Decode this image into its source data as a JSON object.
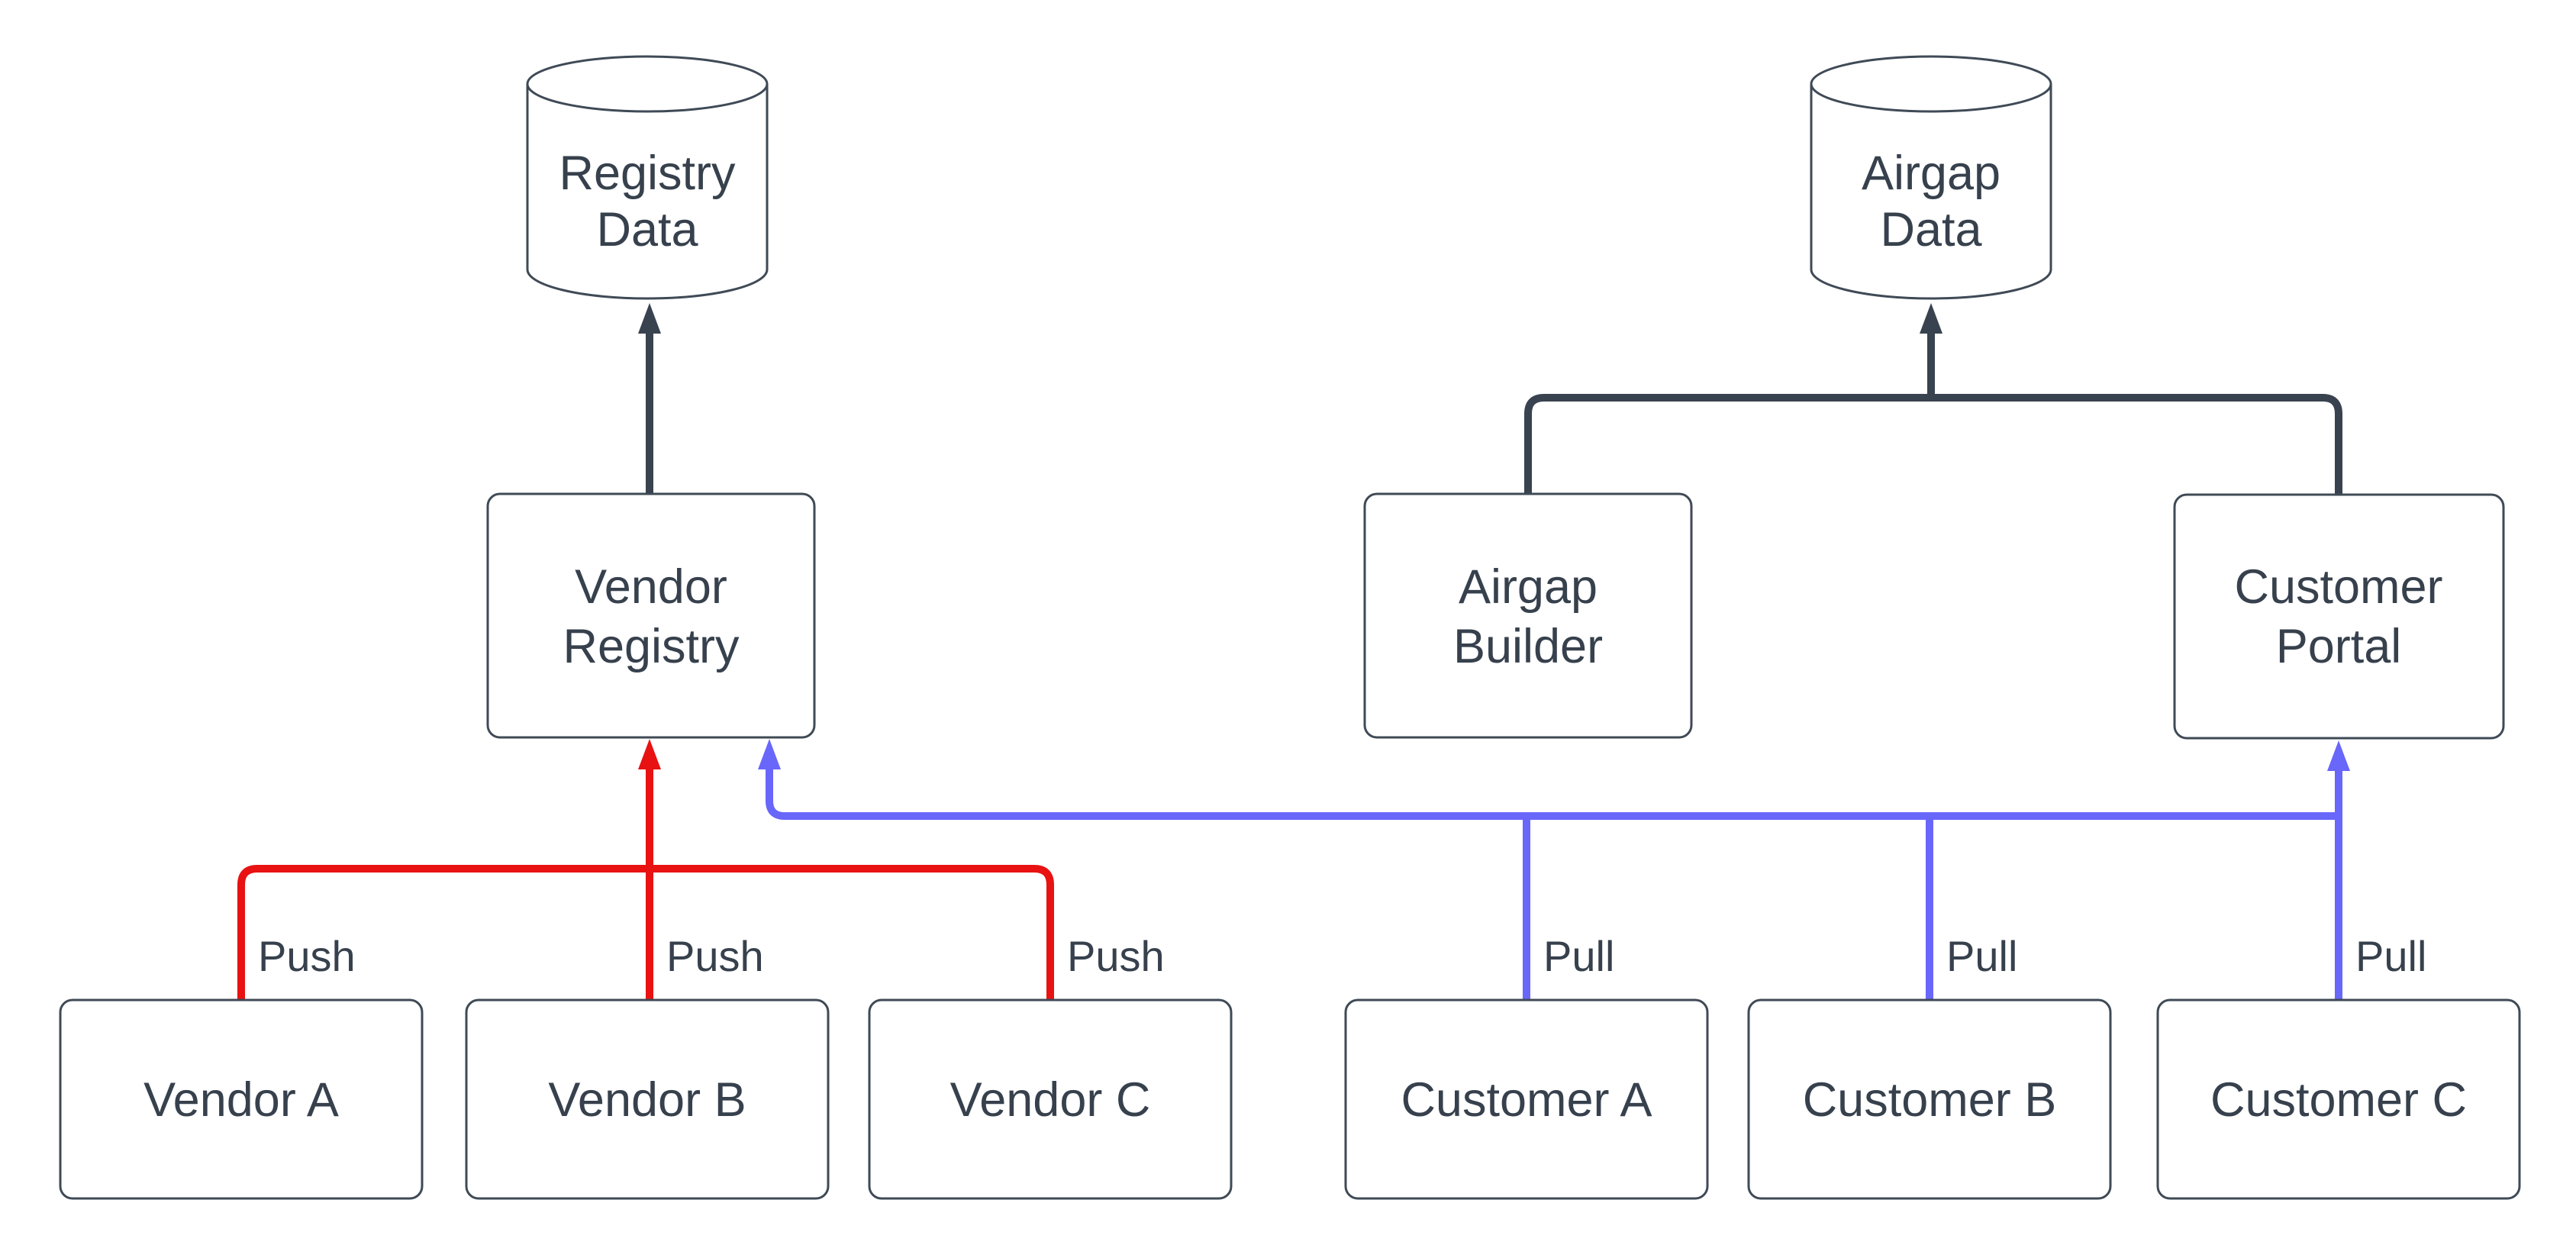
{
  "diagram": {
    "background": "#ffffff",
    "colors": {
      "text": "#37414d",
      "node_border": "#3f4a56",
      "dark_connector": "#39434f",
      "push_connector": "#e81212",
      "pull_connector": "#6966fa"
    },
    "nodes": {
      "registry_data": {
        "shape": "cylinder",
        "label": "Registry Data",
        "lines": [
          "Registry",
          "Data"
        ]
      },
      "airgap_data": {
        "shape": "cylinder",
        "label": "Airgap Data",
        "lines": [
          "Airgap",
          "Data"
        ]
      },
      "vendor_registry": {
        "shape": "rect",
        "label": "Vendor Registry",
        "lines": [
          "Vendor",
          "Registry"
        ]
      },
      "airgap_builder": {
        "shape": "rect",
        "label": "Airgap Builder",
        "lines": [
          "Airgap",
          "Builder"
        ]
      },
      "customer_portal": {
        "shape": "rect",
        "label": "Customer Portal",
        "lines": [
          "Customer",
          "Portal"
        ]
      },
      "vendor_a": {
        "shape": "rect",
        "label": "Vendor A"
      },
      "vendor_b": {
        "shape": "rect",
        "label": "Vendor B"
      },
      "vendor_c": {
        "shape": "rect",
        "label": "Vendor C"
      },
      "customer_a": {
        "shape": "rect",
        "label": "Customer A"
      },
      "customer_b": {
        "shape": "rect",
        "label": "Customer B"
      },
      "customer_c": {
        "shape": "rect",
        "label": "Customer C"
      }
    },
    "edges": [
      {
        "from": "vendor_a",
        "to": "vendor_registry",
        "label": "Push",
        "color": "#e81212"
      },
      {
        "from": "vendor_b",
        "to": "vendor_registry",
        "label": "Push",
        "color": "#e81212"
      },
      {
        "from": "vendor_c",
        "to": "vendor_registry",
        "label": "Push",
        "color": "#e81212"
      },
      {
        "from": "customer_a",
        "to": "vendor_registry",
        "label": "Pull",
        "color": "#6966fa"
      },
      {
        "from": "customer_b",
        "to": "vendor_registry",
        "label": "Pull",
        "color": "#6966fa"
      },
      {
        "from": "customer_c",
        "to": "customer_portal",
        "label": "Pull",
        "color": "#6966fa"
      },
      {
        "from": "vendor_registry",
        "to": "registry_data",
        "label": "",
        "color": "#39434f"
      },
      {
        "from": "airgap_builder",
        "to": "airgap_data",
        "label": "",
        "color": "#39434f"
      },
      {
        "from": "customer_portal",
        "to": "airgap_data",
        "label": "",
        "color": "#39434f"
      }
    ]
  }
}
